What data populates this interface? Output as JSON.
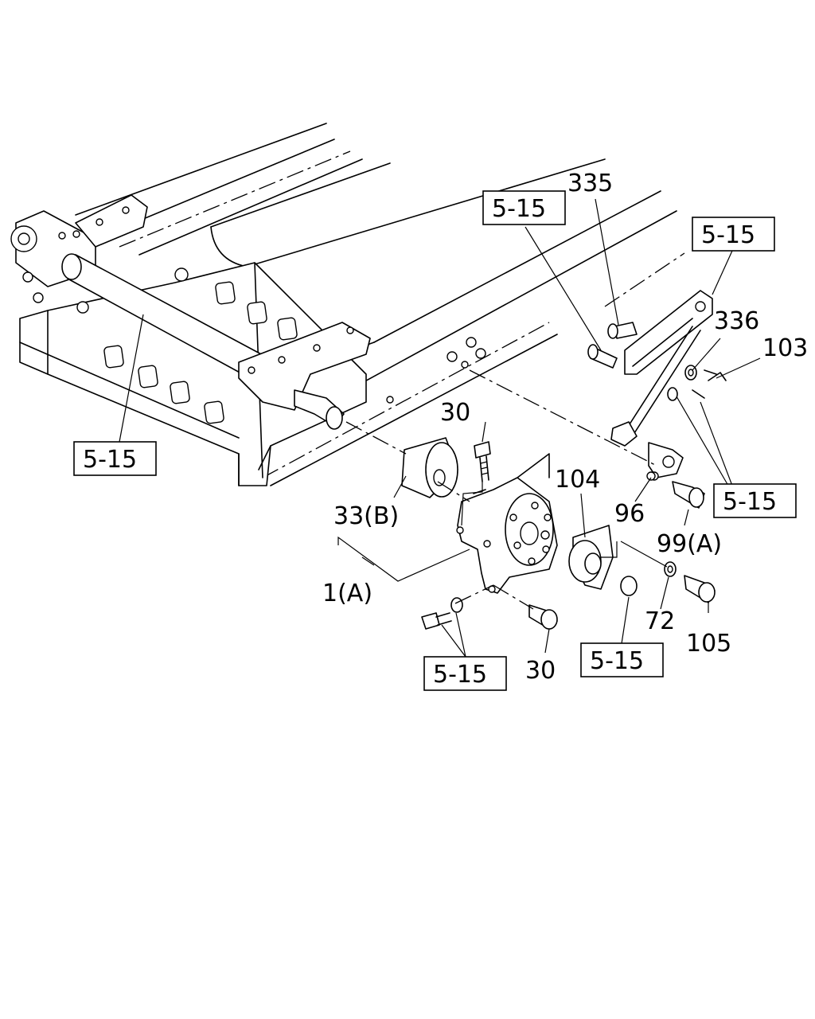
{
  "labels": {
    "ref_5_15": "5-15",
    "part_335": "335",
    "part_336": "336",
    "part_103": "103",
    "part_30": "30",
    "part_104": "104",
    "part_33b": "33(B)",
    "part_96": "96",
    "part_99a": "99(A)",
    "part_1a": "1(A)",
    "part_72": "72",
    "part_105": "105"
  }
}
